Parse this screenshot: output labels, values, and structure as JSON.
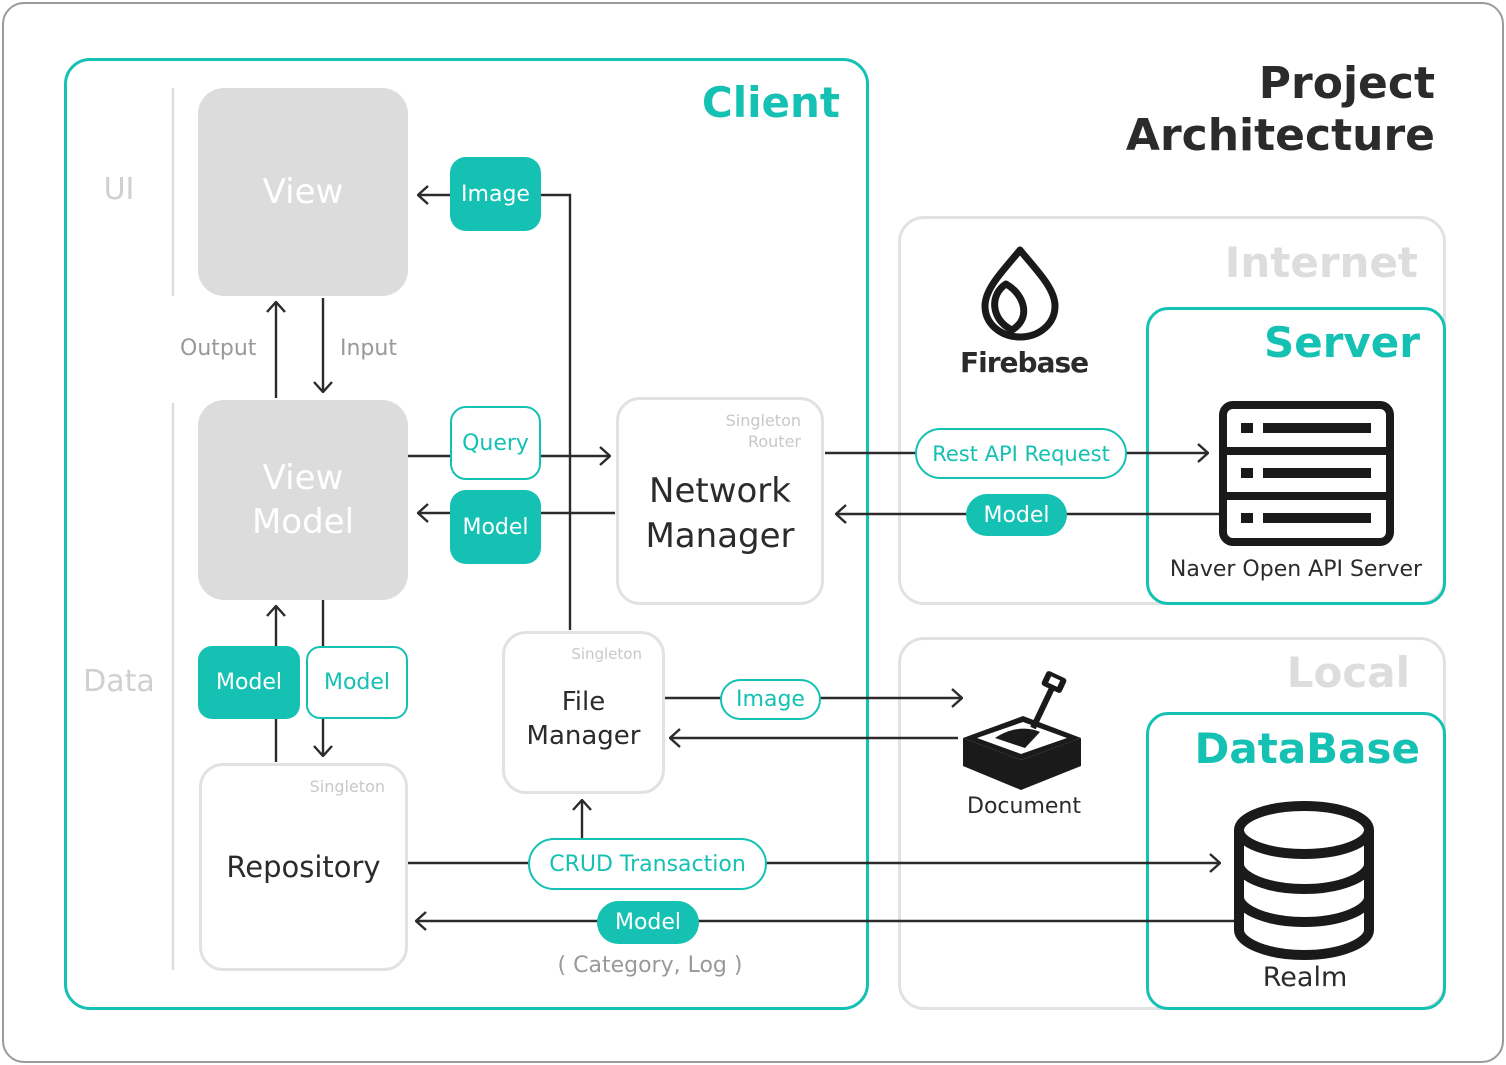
{
  "title": {
    "line1": "Project",
    "line2": "Architecture"
  },
  "client": {
    "title": "Client",
    "layer_ui": "UI",
    "layer_data": "Data",
    "view": "View",
    "view_model": {
      "line1": "View",
      "line2": "Model"
    },
    "output": "Output",
    "input": "Input",
    "badge_image": "Image",
    "badge_query": "Query",
    "badge_model_vm": "Model",
    "badge_model_up": "Model",
    "badge_model_down": "Model",
    "network_manager": {
      "tag1": "Singleton",
      "tag2": "Router",
      "line1": "Network",
      "line2": "Manager"
    },
    "file_manager": {
      "tag": "Singleton",
      "line1": "File",
      "line2": "Manager"
    },
    "repository": {
      "tag": "Singleton",
      "label": "Repository"
    },
    "crud": "CRUD Transaction",
    "model_bottom": "Model",
    "model_bottom_note": "( Category, Log )",
    "image_to_document": "Image"
  },
  "internet": {
    "title": "Internet",
    "firebase": "Firebase",
    "rest_api": "Rest API Request",
    "model": "Model",
    "server": {
      "title": "Server",
      "caption": "Naver Open API Server"
    }
  },
  "local": {
    "title": "Local",
    "document": "Document",
    "database": {
      "title": "DataBase",
      "caption": "Realm"
    }
  },
  "colors": {
    "accent": "#14c1b3",
    "node_grey": "#dcdcdc",
    "text_dark": "#2b2b2b",
    "muted": "#999999"
  },
  "icons": [
    "firebase-icon",
    "server-icon",
    "document-shovel-icon",
    "database-icon"
  ]
}
